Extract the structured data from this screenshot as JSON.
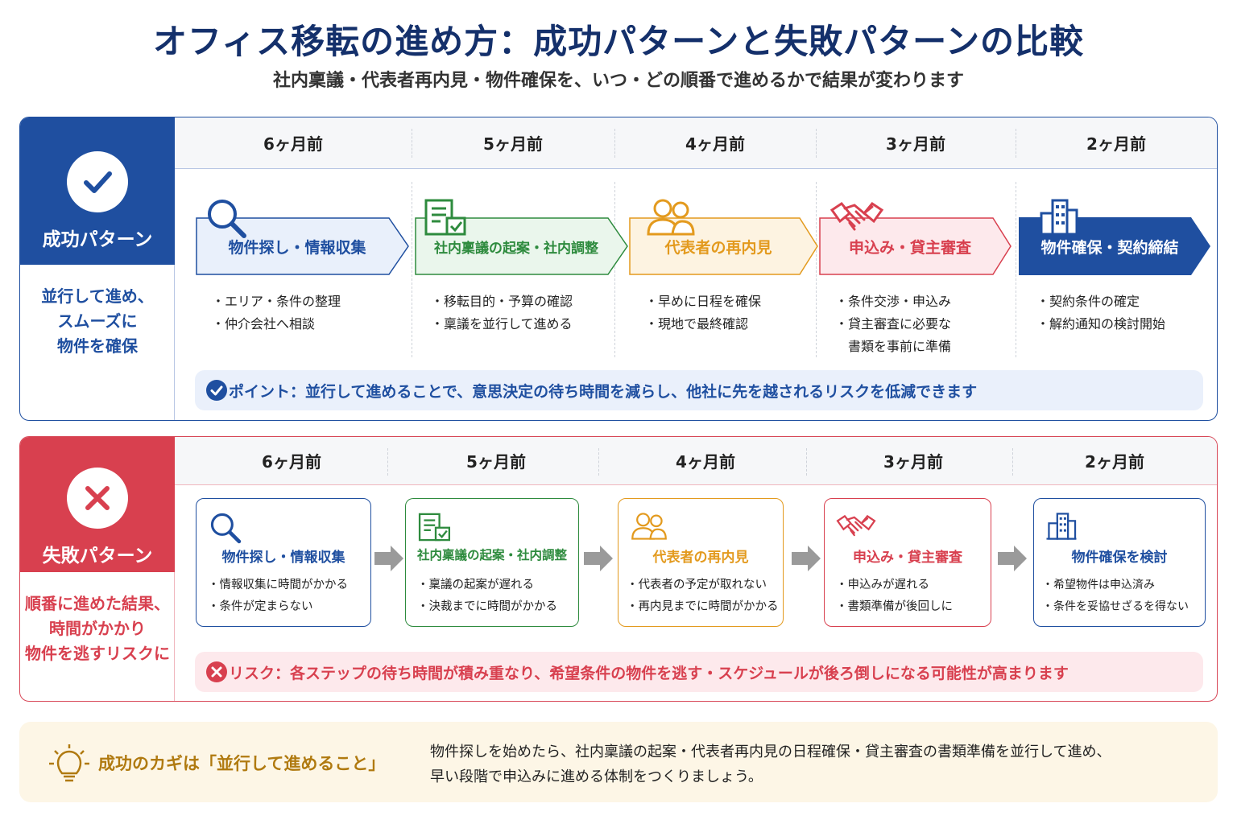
{
  "title": "オフィス移転の進め方：成功パターンと失敗パターンの比較",
  "subtitle": "社内稟議・代表者再内見・物件確保を、いつ・どの順番で進めるかで結果が変わります",
  "colors": {
    "navy": "#1f4fa0",
    "green": "#2e8b3e",
    "orange": "#e39a1e",
    "red": "#d8404f",
    "gold": "#b07a10"
  },
  "success": {
    "label": "成功パターン",
    "desc": [
      "並行して進め、",
      "スムーズに",
      "物件を確保"
    ],
    "months": [
      "6ヶ月前",
      "5ヶ月前",
      "4ヶ月前",
      "3ヶ月前",
      "2ヶ月前"
    ],
    "steps": [
      {
        "title": "物件探し・情報収集",
        "icon": "search-icon",
        "bullets": [
          "・エリア・条件の整理",
          "・仲介会社へ相談"
        ]
      },
      {
        "title": "社内稟議の起案・社内調整",
        "icon": "document-check-icon",
        "bullets": [
          "・移転目的・予算の確認",
          "・稟議を並行して進める"
        ]
      },
      {
        "title": "代表者の再内見",
        "icon": "people-icon",
        "bullets": [
          "・早めに日程を確保",
          "・現地で最終確認"
        ]
      },
      {
        "title": "申込み・貸主審査",
        "icon": "handshake-icon",
        "bullets": [
          "・条件交渉・申込み",
          "・貸主審査に必要な",
          "　書類を事前に準備"
        ]
      },
      {
        "title": "物件確保・契約締結",
        "icon": "building-icon",
        "bullets": [
          "・契約条件の確定",
          "・解約通知の検討開始"
        ]
      }
    ],
    "point": "ポイント：並行して進めることで、意思決定の待ち時間を減らし、他社に先を越されるリスクを低減できます"
  },
  "fail": {
    "label": "失敗パターン",
    "desc": [
      "順番に進めた結果、",
      "時間がかかり",
      "物件を逃すリスクに"
    ],
    "months": [
      "6ヶ月前",
      "5ヶ月前",
      "4ヶ月前",
      "3ヶ月前",
      "2ヶ月前"
    ],
    "steps": [
      {
        "title": "物件探し・情報収集",
        "icon": "search-icon",
        "bullets": [
          "・情報収集に時間がかかる",
          "・条件が定まらない"
        ]
      },
      {
        "title": "社内稟議の起案・社内調整",
        "icon": "document-check-icon",
        "bullets": [
          "・稟議の起案が遅れる",
          "・決裁までに時間がかかる"
        ]
      },
      {
        "title": "代表者の再内見",
        "icon": "people-icon",
        "bullets": [
          "・代表者の予定が取れない",
          "・再内見までに時間がかかる"
        ]
      },
      {
        "title": "申込み・貸主審査",
        "icon": "handshake-icon",
        "bullets": [
          "・申込みが遅れる",
          "・書類準備が後回しに"
        ]
      },
      {
        "title": "物件確保を検討",
        "icon": "building-icon",
        "bullets": [
          "・希望物件は申込済み",
          "・条件を妥協せざるを得ない"
        ]
      }
    ],
    "risk": "リスク：各ステップの待ち時間が積み重なり、希望条件の物件を逃す・スケジュールが後ろ倒しになる可能性が高まります"
  },
  "key": {
    "title": "成功のカギは「並行して進めること」",
    "lines": [
      "物件探しを始めたら、社内稟議の起案・代表者再内見の日程確保・貸主審査の書類準備を並行して進め、",
      "早い段階で申込みに進める体制をつくりましょう。"
    ]
  }
}
